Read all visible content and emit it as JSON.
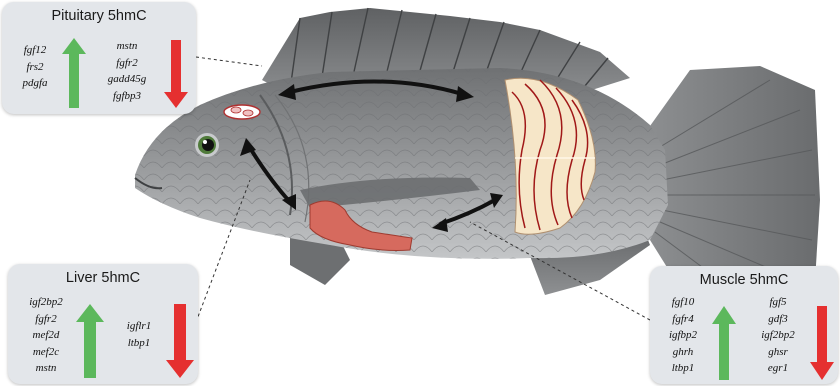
{
  "figure": {
    "pituitary": {
      "title": "Pituitary 5hmC",
      "up_genes": [
        "fgf12",
        "frs2",
        "pdgfa"
      ],
      "down_genes": [
        "mstn",
        "fgfr2",
        "gadd45g",
        "fgfbp3"
      ]
    },
    "liver": {
      "title": "Liver 5hmC",
      "up_genes": [
        "igf2bp2",
        "fgfr2",
        "mef2d",
        "mef2c",
        "mstn"
      ],
      "down_genes": [
        "igflr1",
        "ltbp1"
      ]
    },
    "muscle": {
      "title": "Muscle 5hmC",
      "up_genes": [
        "fgf10",
        "fgfr4",
        "igfbp2",
        "ghrh",
        "ltbp1"
      ],
      "down_genes": [
        "fgf5",
        "gdf3",
        "igf2bp2",
        "ghsr",
        "egr1"
      ]
    }
  },
  "colors": {
    "up_arrow": "#5cb85c",
    "down_arrow": "#e53030",
    "box_bg": "#e3e6ea",
    "fish_body": "#8b8d8f",
    "liver": "#d66a5e",
    "muscle": "#f6e6c8",
    "muscle_lines": "#a01818"
  },
  "icons": {
    "up": "up-arrow-icon",
    "down": "down-arrow-icon",
    "axis": "double-headed-arrow-icon"
  }
}
